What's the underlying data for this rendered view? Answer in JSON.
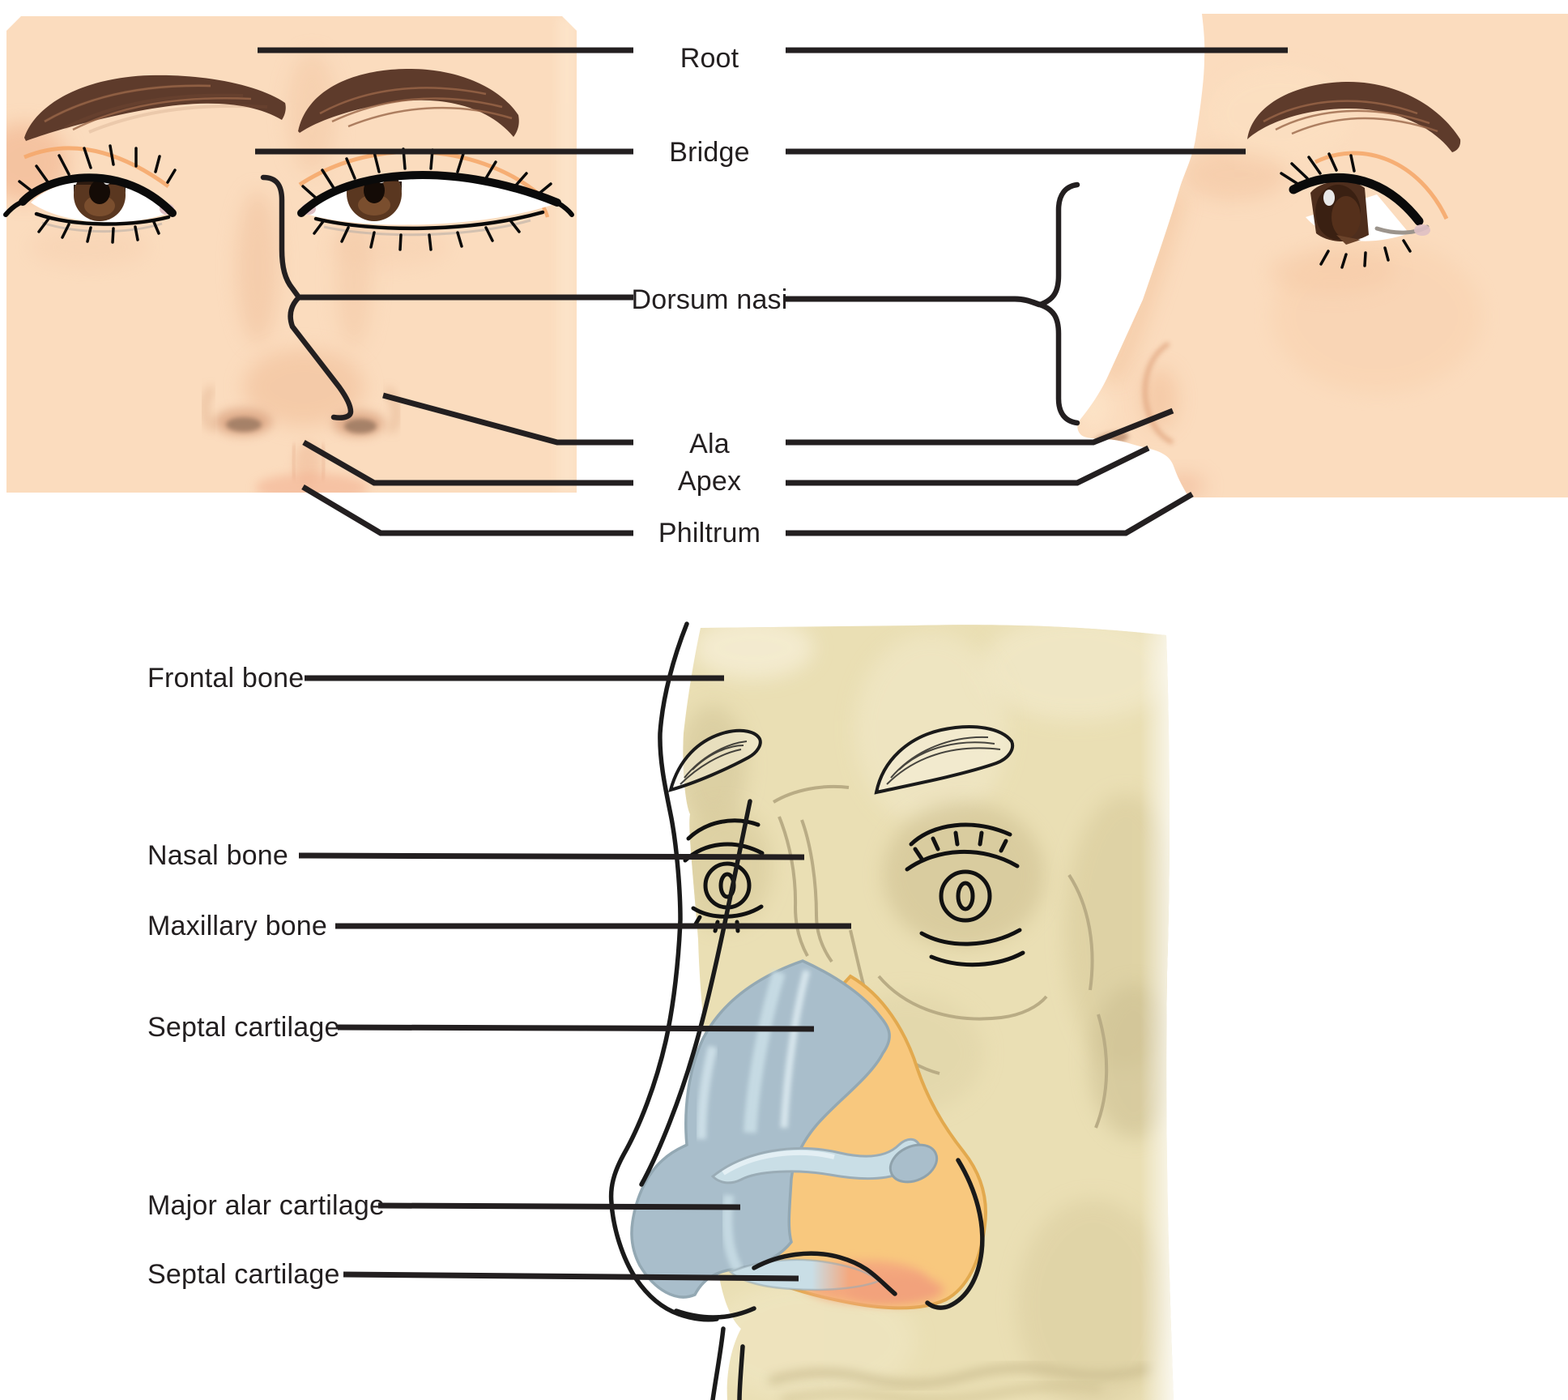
{
  "figure_external": {
    "description": "External nose features on front and profile faces",
    "labels": [
      {
        "text": "Root"
      },
      {
        "text": "Bridge"
      },
      {
        "text": "Dorsum nasi"
      },
      {
        "text": "Ala"
      },
      {
        "text": "Apex"
      },
      {
        "text": "Philtrum"
      }
    ]
  },
  "figure_skeletal": {
    "description": "Bones and cartilages of the nose on a skull overlay",
    "labels": [
      {
        "text": "Frontal bone"
      },
      {
        "text": "Nasal bone"
      },
      {
        "text": "Maxillary bone"
      },
      {
        "text": "Septal cartilage"
      },
      {
        "text": "Major alar cartilage"
      },
      {
        "text": "Septal cartilage"
      }
    ]
  },
  "colors": {
    "skin": "#FBDCBE",
    "skin_shadow": "#F0C09C",
    "eyebrow": "#5E3B2B",
    "iris": "#5A3720",
    "bone": "#EADFB4",
    "bone_shadow": "#D6C99C",
    "cartilage_blue": "#A9BECB",
    "cartilage_blue_light": "#C9DEE6",
    "cartilage_orange": "#F8C87E",
    "cartilage_salmon": "#F4A87E",
    "leader_line": "#231F20",
    "label_text": "#231F20"
  }
}
